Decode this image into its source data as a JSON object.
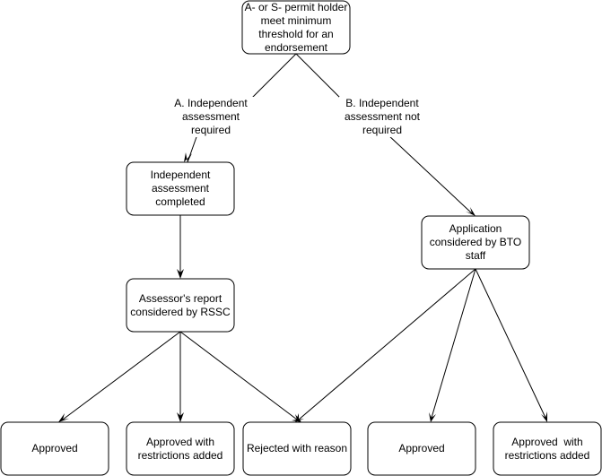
{
  "nodes": {
    "root": [
      "A- or S- permit holder",
      "meet minimum",
      "threshold for an",
      "endorsement"
    ],
    "independent_completed": [
      "Independent",
      "assessment",
      "completed"
    ],
    "bto_staff": [
      "Application",
      "considered by BTO",
      "staff"
    ],
    "assessor_report": [
      "Assessor's report",
      "considered by RSSC"
    ],
    "approved_left": [
      "Approved"
    ],
    "approved_restrictions_left": [
      "Approved with",
      "restrictions added"
    ],
    "rejected": [
      "Rejected with reason"
    ],
    "approved_right": [
      "Approved"
    ],
    "approved_restrictions_right": [
      "Approved  with",
      "restrictions added"
    ]
  },
  "edge_labels": {
    "branch_a": [
      "A. Independent",
      "assessment",
      "required"
    ],
    "branch_b": [
      "B. Independent",
      "assessment not",
      "required"
    ]
  }
}
